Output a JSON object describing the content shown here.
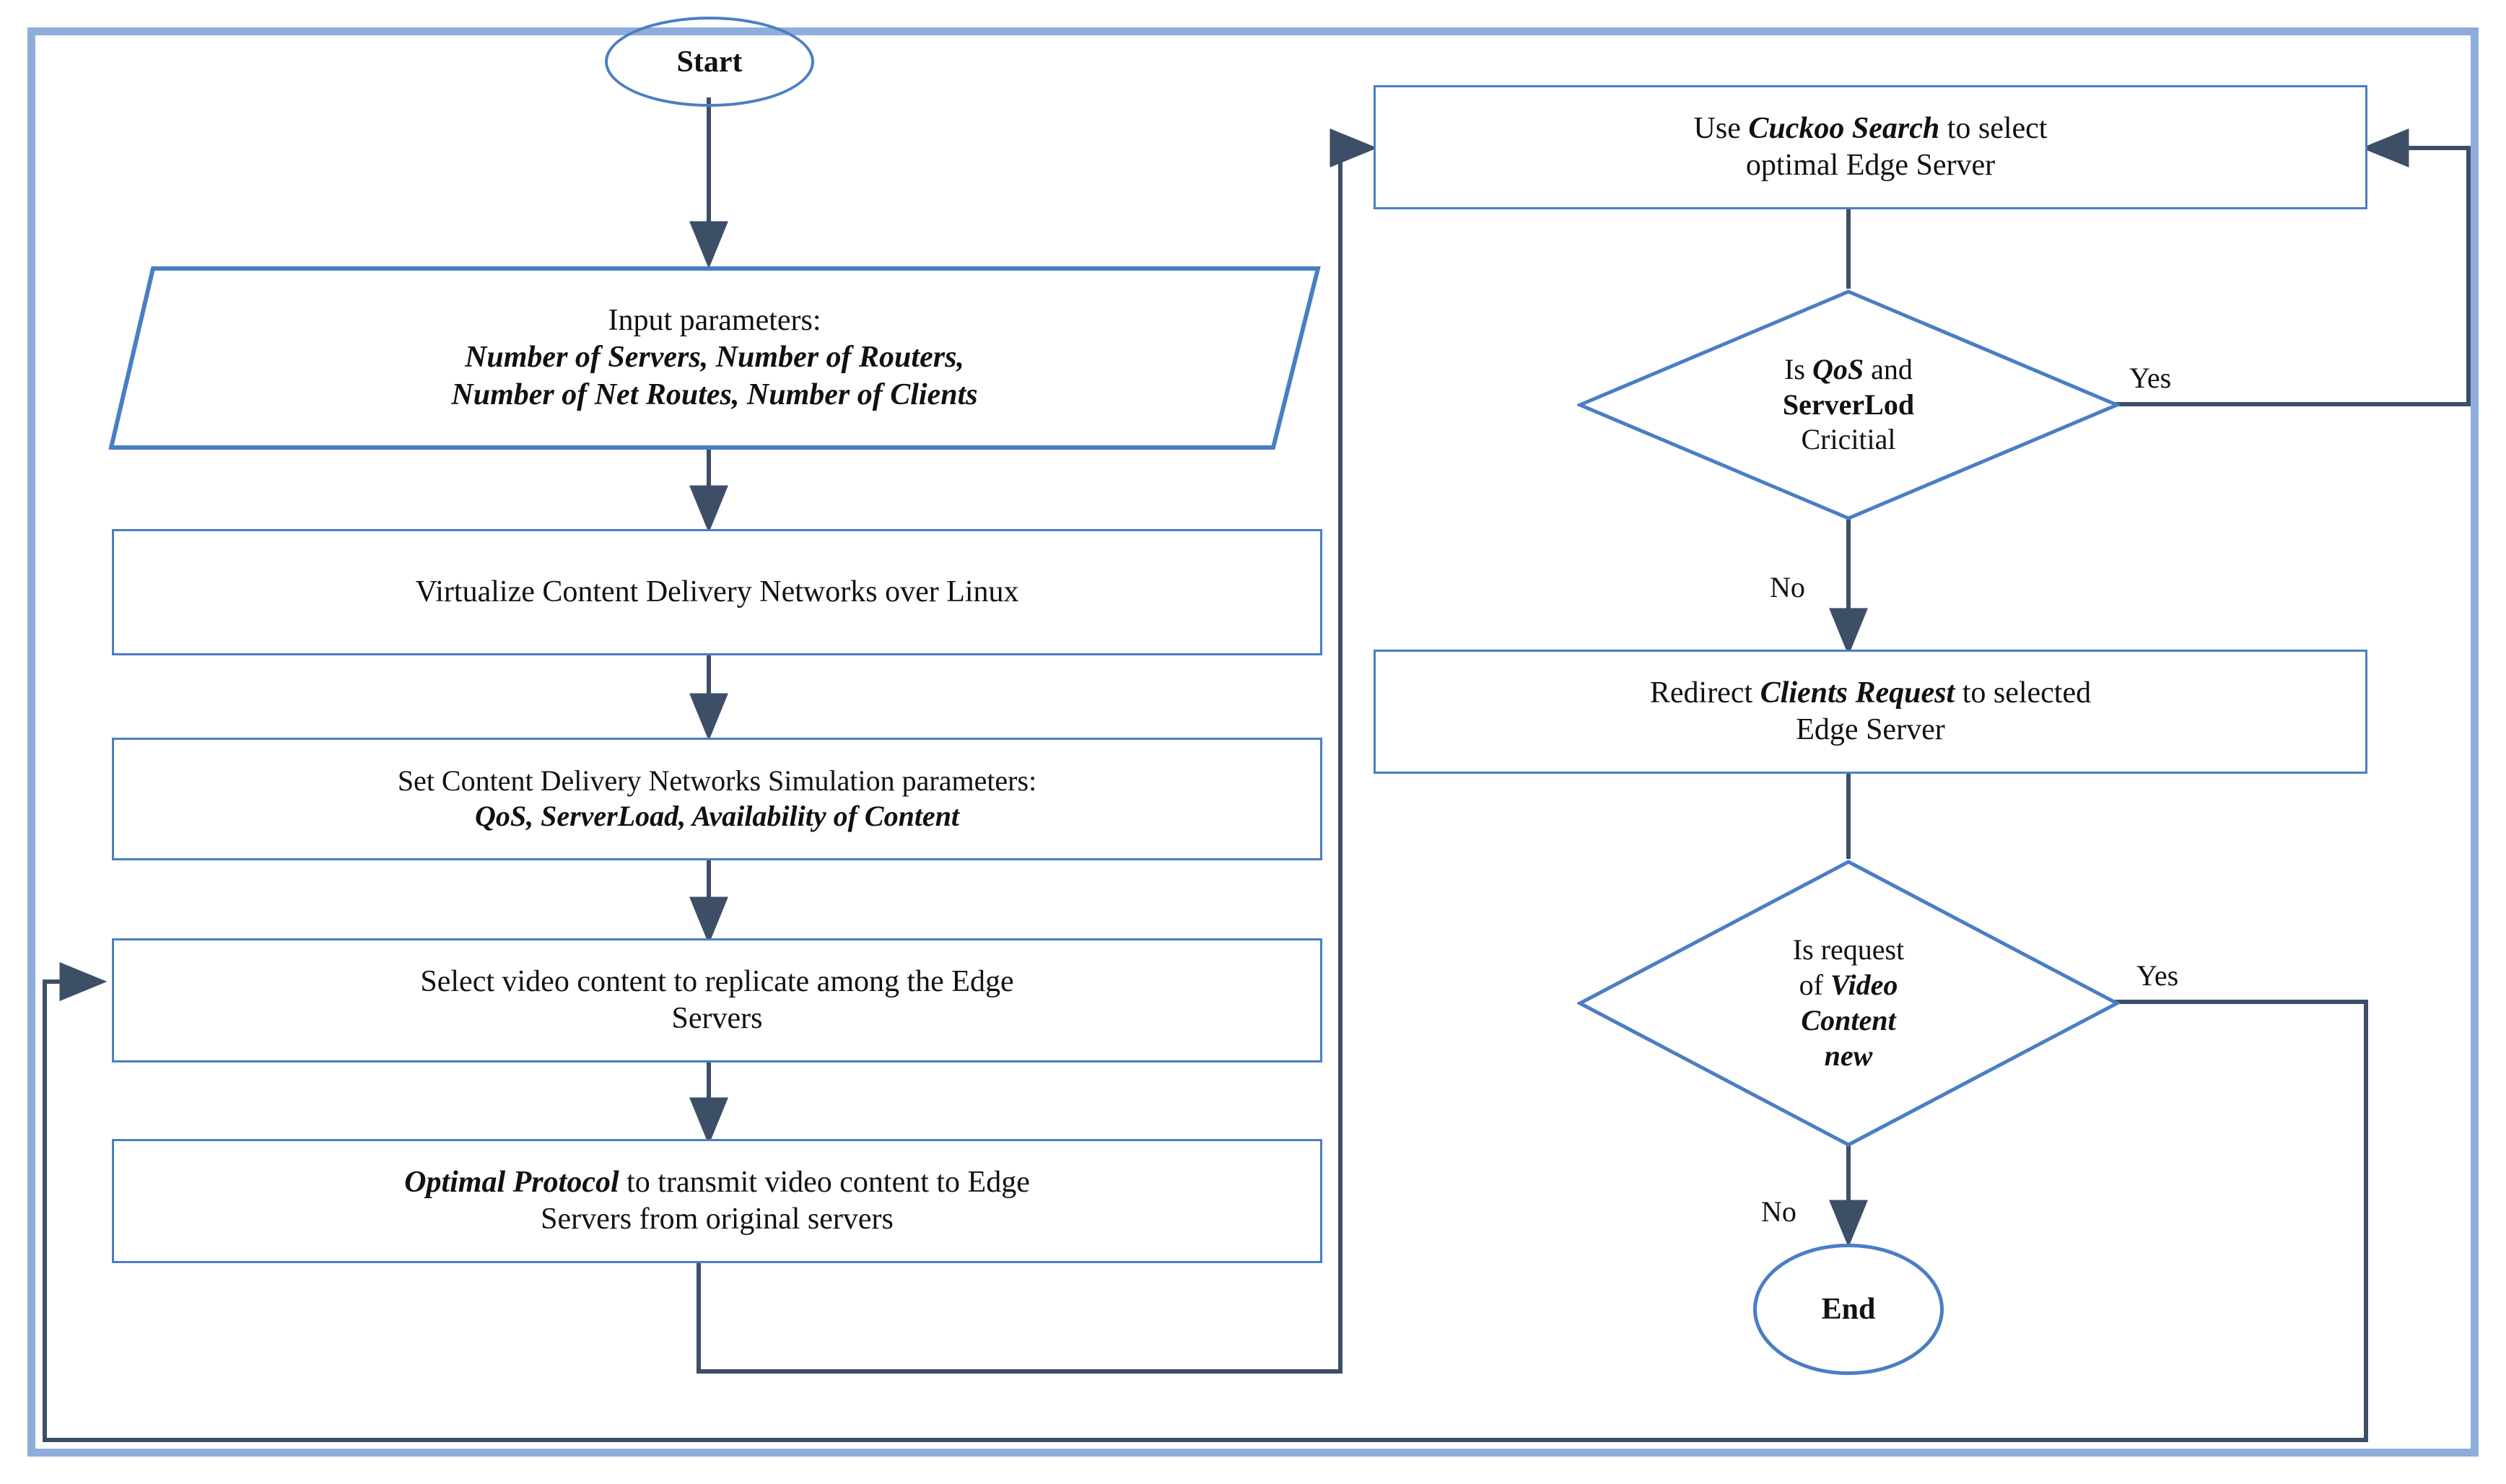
{
  "diagram": {
    "title": "CDN Edge Server Selection Flowchart",
    "colors": {
      "outer_frame": "#8fadda",
      "shape_border": "#4a7ec4",
      "connector": "#3d4f66",
      "text": "#111111",
      "background": "#ffffff"
    }
  },
  "nodes": {
    "start": {
      "label": "Start",
      "shape": "ellipse"
    },
    "input_params": {
      "shape": "parallelogram",
      "line1": "Input parameters:",
      "line2": "Number of Servers, Number of Routers,",
      "line3": "Number of Net Routes, Number of Clients"
    },
    "virtualize": {
      "shape": "process",
      "line1": "Virtualize Content Delivery Networks over Linux"
    },
    "set_params": {
      "shape": "process",
      "line1": "Set Content Delivery Networks Simulation parameters:",
      "line2": "QoS, ServerLoad, Availability of Content"
    },
    "select_video": {
      "shape": "process",
      "line1": "Select video content to replicate among the Edge",
      "line2": "Servers"
    },
    "optimal_protocol": {
      "shape": "process",
      "line1_bold": "Optimal Protocol",
      "line1_rest": " to transmit video content to Edge",
      "line2": "Servers from original servers"
    },
    "cuckoo_search": {
      "shape": "process",
      "line1_pre": "Use ",
      "line1_bold": "Cuckoo Search",
      "line1_post": " to select",
      "line2": "optimal Edge Server"
    },
    "qos_decision": {
      "shape": "diamond",
      "line1_pre": "Is ",
      "line1_bold": "QoS",
      "line1_post": " and",
      "line2": "ServerLod",
      "line3": "Cricitial"
    },
    "redirect": {
      "shape": "process",
      "line1_pre": "Redirect ",
      "line1_bold": "Clients Request",
      "line1_post": " to selected",
      "line2": "Edge Server"
    },
    "video_decision": {
      "shape": "diamond",
      "line1": "Is request",
      "line2_pre": "of ",
      "line2_bold": "Video",
      "line3_bold": "Content",
      "line4_bold": "new"
    },
    "end": {
      "label": "End",
      "shape": "ellipse"
    }
  },
  "edge_labels": {
    "qos_yes": "Yes",
    "qos_no": "No",
    "video_yes": "Yes",
    "video_no": "No"
  },
  "flow": [
    {
      "from": "start",
      "to": "input_params",
      "label": ""
    },
    {
      "from": "input_params",
      "to": "virtualize",
      "label": ""
    },
    {
      "from": "virtualize",
      "to": "set_params",
      "label": ""
    },
    {
      "from": "set_params",
      "to": "select_video",
      "label": ""
    },
    {
      "from": "select_video",
      "to": "optimal_protocol",
      "label": ""
    },
    {
      "from": "optimal_protocol",
      "to": "cuckoo_search",
      "label": ""
    },
    {
      "from": "cuckoo_search",
      "to": "qos_decision",
      "label": ""
    },
    {
      "from": "qos_decision",
      "to": "cuckoo_search",
      "label": "Yes"
    },
    {
      "from": "qos_decision",
      "to": "redirect",
      "label": "No"
    },
    {
      "from": "redirect",
      "to": "video_decision",
      "label": ""
    },
    {
      "from": "video_decision",
      "to": "select_video",
      "label": "Yes"
    },
    {
      "from": "video_decision",
      "to": "end",
      "label": "No"
    }
  ]
}
